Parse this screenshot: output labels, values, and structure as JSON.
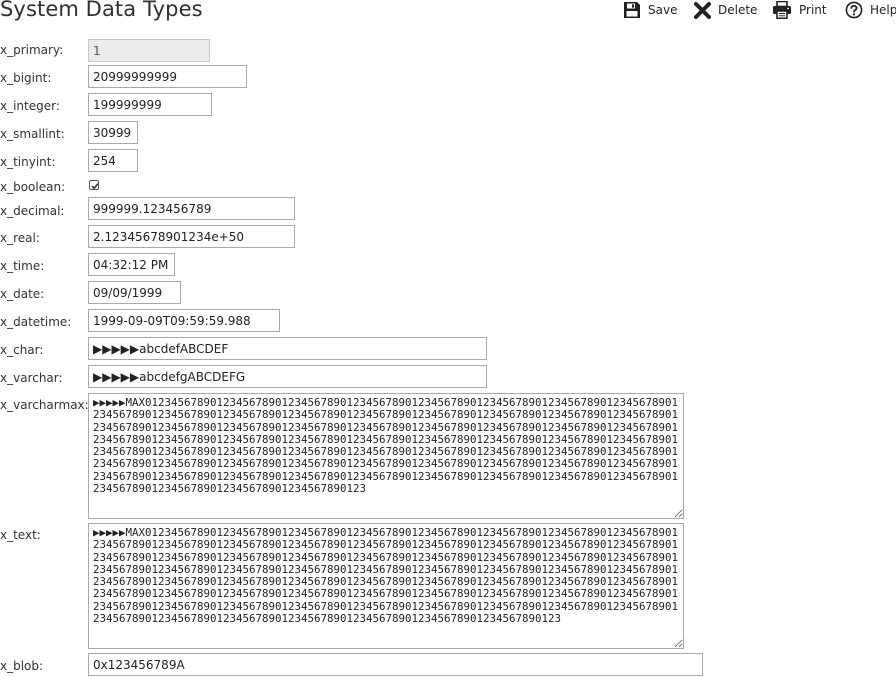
{
  "title": "System Data Types",
  "toolbar": {
    "save": "Save",
    "delete": "Delete",
    "print": "Print",
    "help": "Help"
  },
  "fields": {
    "x_primary": {
      "label": "x_primary:",
      "value": "1"
    },
    "x_bigint": {
      "label": "x_bigint:",
      "value": "20999999999"
    },
    "x_integer": {
      "label": "x_integer:",
      "value": "199999999"
    },
    "x_smallint": {
      "label": "x_smallint:",
      "value": "30999"
    },
    "x_tinyint": {
      "label": "x_tinyint:",
      "value": "254"
    },
    "x_boolean": {
      "label": "x_boolean:",
      "checked": true
    },
    "x_decimal": {
      "label": "x_decimal:",
      "value": "999999.123456789"
    },
    "x_real": {
      "label": "x_real:",
      "value": "2.12345678901234e+50"
    },
    "x_time": {
      "label": "x_time:",
      "value": "04:32:12 PM"
    },
    "x_date": {
      "label": "x_date:",
      "value": "09/09/1999"
    },
    "x_datetime": {
      "label": "x_datetime:",
      "value": "1999-09-09T09:59:59.988"
    },
    "x_char": {
      "label": "x_char:",
      "value": "▶▶▶▶▶abcdefABCDEF"
    },
    "x_varchar": {
      "label": "x_varchar:",
      "value": "▶▶▶▶▶abcdefgABCDEFG"
    },
    "x_varcharmax": {
      "label": "x_varcharmax:",
      "value": "▶▶▶▶▶MAX0123456789012345678901234567890123456789012345678901234567890123456789012345678901234567890123456789012345678901234567890123456789012345678901234567890123456789012345678901234567890123456789012345678901234567890123456789012345678901234567890123456789012345678901234567890123456789012345678901234567890123456789012345678901234567890123456789012345678901234567890123456789012345678901234567890123456789012345678901234567890123456789012345678901234567890123456789012345678901234567890123456789012345678901234567890123456789012345678901234567890123456789012345678901234567890123456789012345678901234567890123456789012345678901234567890123456789012345678901234567890123"
    },
    "x_text": {
      "label": "x_text:",
      "value": "▶▶▶▶▶MAX0123456789012345678901234567890123456789012345678901234567890123456789012345678901234567890123456789012345678901234567890123456789012345678901234567890123456789012345678901234567890123456789012345678901234567890123456789012345678901234567890123456789012345678901234567890123456789012345678901234567890123456789012345678901234567890123456789012345678901234567890123456789012345678901234567890123456789012345678901234567890123456789012345678901234567890123456789012345678901234567890123456789012345678901234567890123456789012345678901234567890123456789012345678901234567890123456789012345678901234567890123456789012345678901234567890123456789012345678901234567890123456789012345678901234567890123"
    },
    "x_blob": {
      "label": "x_blob:",
      "value": "0x123456789A"
    }
  }
}
